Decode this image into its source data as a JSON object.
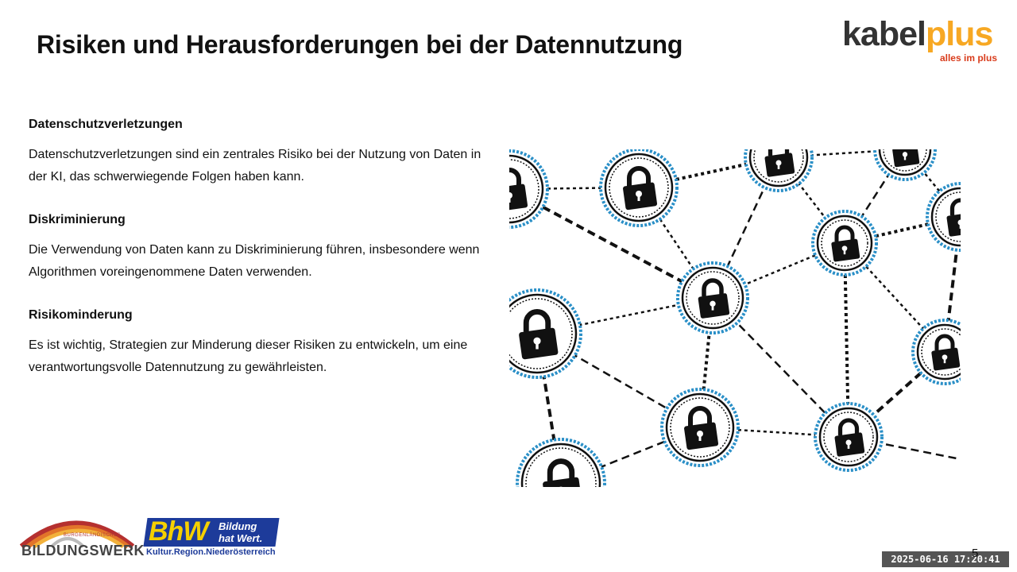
{
  "slide": {
    "title": "Risiken und Herausforderungen bei der Datennutzung",
    "page_number": "5"
  },
  "header_logo": {
    "name_part1": "kabel",
    "name_part2": "plus",
    "tagline": "alles im plus",
    "colors": {
      "dark": "#333333",
      "orange": "#f7a823",
      "tagline": "#d93c1c"
    }
  },
  "sections": [
    {
      "heading": "Datenschutzverletzungen",
      "text": "Datenschutzverletzungen sind ein zentrales Risiko bei der Nutzung von Daten in der KI, das schwerwiegende Folgen haben kann."
    },
    {
      "heading": "Diskriminierung",
      "text": "Die Verwendung von Daten kann zu Diskriminierung führen, insbesondere wenn Algorithmen voreingenommene Daten verwenden."
    },
    {
      "heading": "Risikominderung",
      "text": "Es ist wichtig, Strategien zur Minderung dieser Risiken zu entwickeln, um eine verantwortungsvolle Datennutzung zu gewährleisten."
    }
  ],
  "image": {
    "icon": "padlock-network-icon",
    "ring_color": "#2a8fc7"
  },
  "footer": {
    "bw_logo_small": "BURGENLÄNDISCHES",
    "bw_logo_name": "BILDUNGSWERK",
    "bhw_logo_mark": "BhW",
    "bhw_logo_line1": "Bildung",
    "bhw_logo_line2": "hat Wert.",
    "bhw_logo_sub": "Kultur.Region.Niederösterreich",
    "timestamp": "2025-06-16 17:20:41"
  }
}
